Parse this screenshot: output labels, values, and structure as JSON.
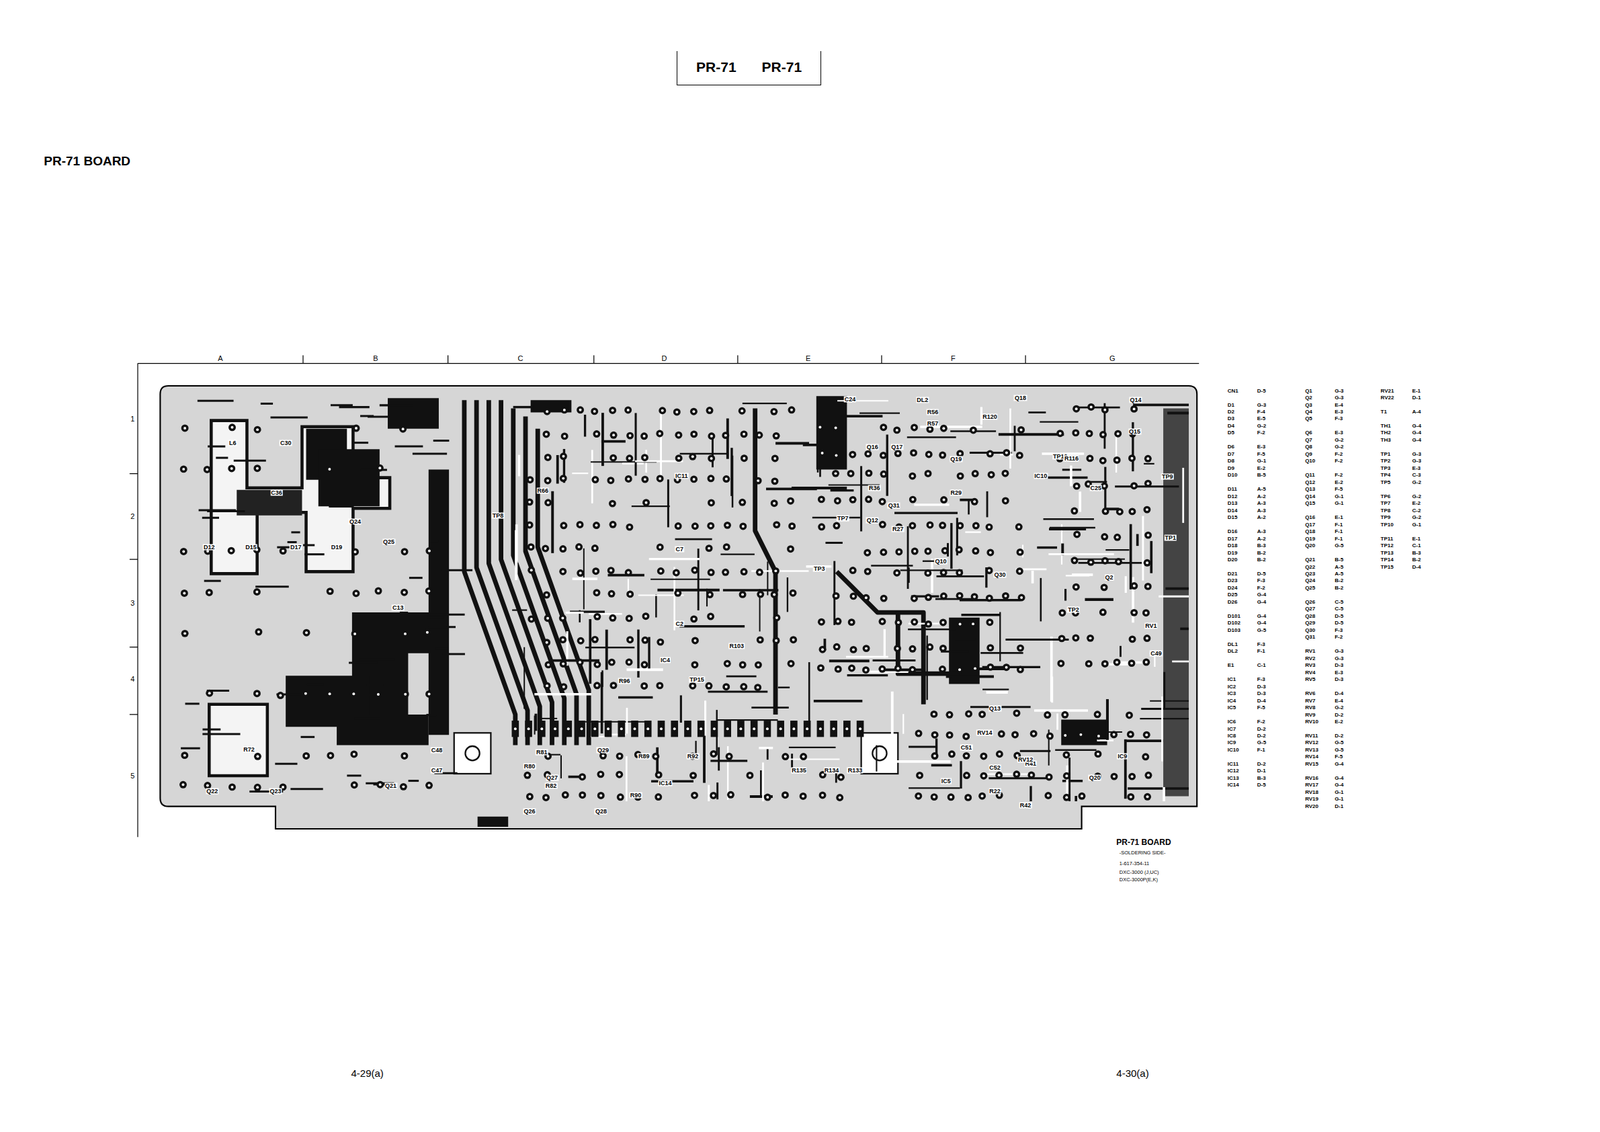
{
  "diagram": {
    "title": "PR-71 BOARD",
    "nodes": [
      {
        "text": [
          "PR-71",
          "PR-71"
        ]
      }
    ],
    "labels": [
      "A",
      "B",
      "C",
      "D",
      "E",
      "F",
      "G",
      "1",
      "2",
      "3",
      "4",
      "5",
      "CN1",
      "D-5",
      "D1",
      "G-3",
      "D2",
      "F-4",
      "D3",
      "E-5",
      "D4",
      "G-2",
      "D5",
      "F-2",
      "D6",
      "E-3",
      "D7",
      "F-5",
      "D8",
      "G-1",
      "D9",
      "E-2",
      "D10",
      "B-5",
      "D11",
      "A-5",
      "D12",
      "A-2",
      "D13",
      "A-3",
      "D14",
      "A-3",
      "D15",
      "A-2",
      "D16",
      "A-3",
      "D17",
      "A-2",
      "D18",
      "B-3",
      "D19",
      "B-2",
      "D20",
      "B-2",
      "D21",
      "D-5",
      "D23",
      "F-3",
      "D24",
      "F-2",
      "D25",
      "G-4",
      "D26",
      "G-4",
      "D101",
      "G-4",
      "D102",
      "G-4",
      "D103",
      "G-5",
      "DL1",
      "F-3",
      "DL2",
      "F-1",
      "E1",
      "C-1",
      "IC1",
      "F-3",
      "IC2",
      "D-3",
      "IC3",
      "D-3",
      "IC4",
      "D-4",
      "IC5",
      "F-5",
      "IC6",
      "F-2",
      "IC7",
      "D-2",
      "IC8",
      "D-2",
      "IC9",
      "G-5",
      "IC10",
      "F-1",
      "IC11",
      "D-2",
      "IC12",
      "D-1",
      "IC13",
      "B-3",
      "IC14",
      "D-5",
      "Q1",
      "G-3",
      "Q2",
      "G-3",
      "Q3",
      "E-4",
      "Q4",
      "E-3",
      "Q5",
      "F-3",
      "Q6",
      "E-3",
      "Q7",
      "G-2",
      "Q8",
      "G-2",
      "Q9",
      "F-2",
      "Q10",
      "F-2",
      "Q11",
      "F-2",
      "Q12",
      "E-2",
      "Q13",
      "F-5",
      "Q14",
      "G-1",
      "Q15",
      "G-1",
      "Q16",
      "E-1",
      "Q17",
      "F-1",
      "Q18",
      "F-1",
      "Q19",
      "F-1",
      "Q20",
      "G-5",
      "Q21",
      "B-5",
      "Q22",
      "A-5",
      "Q23",
      "A-5",
      "Q24",
      "B-2",
      "Q25",
      "B-2",
      "Q26",
      "C-5",
      "Q27",
      "C-5",
      "Q28",
      "D-5",
      "Q29",
      "D-5",
      "Q30",
      "F-3",
      "Q31",
      "F-2",
      "RV1",
      "G-3",
      "RV2",
      "G-3",
      "RV3",
      "D-3",
      "RV4",
      "E-3",
      "RV5",
      "D-3",
      "RV6",
      "D-4",
      "RV7",
      "E-4",
      "RV8",
      "G-2",
      "RV9",
      "D-2",
      "RV10",
      "E-2",
      "RV11",
      "D-2",
      "RV12",
      "G-5",
      "RV13",
      "G-5",
      "RV14",
      "F-5",
      "RV15",
      "G-4",
      "RV16",
      "G-4",
      "RV17",
      "G-4",
      "RV18",
      "G-1",
      "RV19",
      "G-1",
      "RV20",
      "D-1",
      "RV21",
      "E-1",
      "RV22",
      "D-1",
      "T1",
      "A-4",
      "TH1",
      "G-4",
      "TH2",
      "G-4",
      "TH3",
      "G-4",
      "TP1",
      "G-3",
      "TP2",
      "G-3",
      "TP3",
      "E-3",
      "TP4",
      "C-3",
      "TP5",
      "G-2",
      "TP6",
      "G-2",
      "TP7",
      "E-2",
      "TP8",
      "C-2",
      "TP9",
      "G-2",
      "TP10",
      "G-1",
      "TP11",
      "E-1",
      "TP12",
      "C-1",
      "TP13",
      "B-3",
      "TP14",
      "B-2",
      "TP15",
      "D-4",
      "IC11",
      "IC10",
      "C7",
      "C2",
      "IC4",
      "IC9",
      "IC5",
      "IC14",
      "Q24",
      "Q25",
      "Q22",
      "Q23",
      "Q21",
      "Q26",
      "Q27",
      "Q28",
      "Q29",
      "Q20",
      "Q13",
      "Q16",
      "Q17",
      "Q18",
      "Q19",
      "Q14",
      "Q15",
      "Q12",
      "Q31",
      "Q30",
      "Q2",
      "Q10",
      "TP8",
      "TP2",
      "TP10",
      "TP1",
      "TP9",
      "TP3",
      "TP7",
      "TP15",
      "C13",
      "C30",
      "C36",
      "C47",
      "C48",
      "C24",
      "C25",
      "C49",
      "C51",
      "C52",
      "DL2",
      "L6",
      "R72",
      "R41",
      "R42",
      "R22",
      "R57",
      "R56",
      "R120",
      "R116",
      "D12",
      "D15",
      "D17",
      "D19",
      "RV14",
      "RV12",
      "RV1",
      "R27",
      "R29",
      "R36",
      "R66",
      "R96",
      "R103",
      "R133",
      "R135",
      "R134",
      "R81",
      "R80",
      "R82",
      "R90",
      "R89",
      "R92",
      "PR-71 BOARD",
      "-SOLDERING SIDE-",
      "1-617-354-11",
      "DXC-3000 (J,UC)",
      "DXC-3000P(E,K)",
      "4-29(a)",
      "4-30(a)"
    ]
  }
}
